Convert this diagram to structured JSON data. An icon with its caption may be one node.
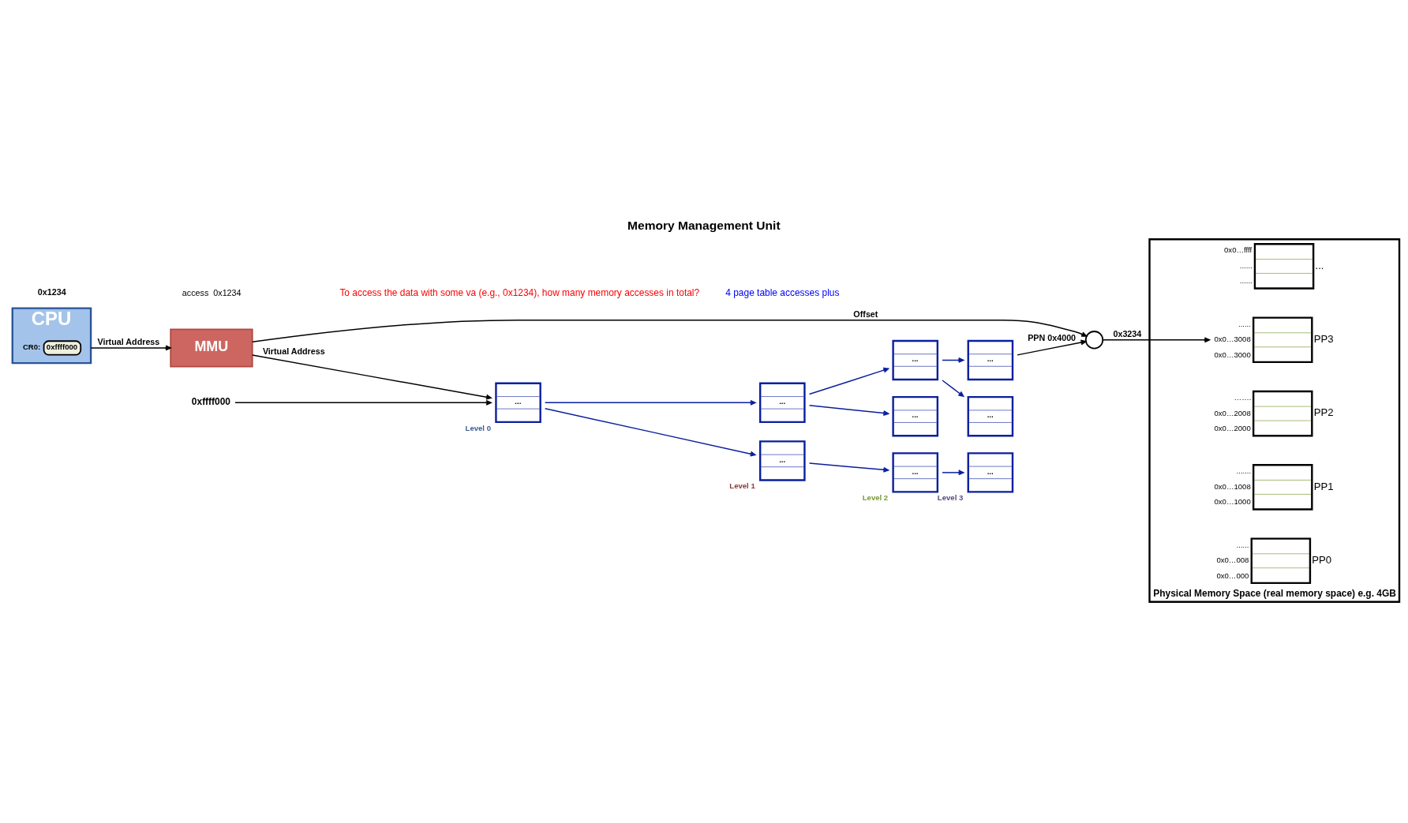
{
  "diagram": {
    "title": "Memory Management Unit",
    "nodes": [
      {
        "text": [
          "CPU"
        ]
      },
      {
        "text": [
          "0xffff000"
        ],
        "in": 0,
        "beside": [
          "CR0:"
        ]
      },
      {
        "text": [
          "MMU"
        ]
      },
      {
        "text": [],
        "shape": "circle"
      },
      {
        "text": [
          "0xffff000"
        ]
      },
      {
        "text": [
          "..."
        ],
        "beside": [
          "Level 0"
        ]
      },
      {
        "text": [
          "..."
        ]
      },
      {
        "text": [
          "..."
        ]
      },
      {
        "text": [
          "..."
        ]
      },
      {
        "text": [
          "..."
        ]
      },
      {
        "text": [
          "..."
        ]
      },
      {
        "text": [
          "..."
        ],
        "beside": [
          "Level 1"
        ]
      },
      {
        "text": [
          "..."
        ],
        "beside": [
          "Level 2"
        ]
      },
      {
        "text": [
          "..."
        ],
        "beside": [
          "Level 3"
        ]
      },
      {
        "text": [
          "Physical Memory Space (real memory space) e.g. 4GB"
        ]
      },
      {
        "text": [],
        "shape": "box",
        "in": 14,
        "beside": [
          "0x0…ffff",
          "......",
          "......",
          "..."
        ]
      },
      {
        "text": [],
        "shape": "box",
        "in": 14,
        "beside": [
          "......",
          "0x0…3008",
          "0x0…3000",
          "PP3"
        ]
      },
      {
        "text": [],
        "shape": "box",
        "in": 14,
        "beside": [
          "…….",
          "0x0…2008",
          "0x0…2000",
          "PP2"
        ]
      },
      {
        "text": [],
        "shape": "box",
        "in": 14,
        "beside": [
          ".......",
          "0x0…1008",
          "0x0…1000",
          "PP1"
        ]
      },
      {
        "text": [],
        "shape": "box",
        "in": 14,
        "beside": [
          "......",
          "0x0…008",
          "0x0…000",
          "PP0"
        ]
      }
    ],
    "edges": [
      {
        "from": 0,
        "to": 2,
        "arrow": "to",
        "label": "Virtual Address",
        "color": "#000000"
      },
      {
        "from": 2,
        "to": 3,
        "arrow": "to",
        "label": "Offset",
        "color": "#000000"
      },
      {
        "from": 2,
        "to": 5,
        "arrow": "to",
        "label": "Virtual Address",
        "color": "#000000"
      },
      {
        "from": 4,
        "to": 5,
        "arrow": "to",
        "color": "#000000"
      },
      {
        "from": 5,
        "to": 6,
        "arrow": "to"
      },
      {
        "from": 5,
        "to": 11,
        "arrow": "to"
      },
      {
        "from": 6,
        "to": 7,
        "arrow": "to"
      },
      {
        "from": 6,
        "to": 9,
        "arrow": "to"
      },
      {
        "from": 7,
        "to": 8,
        "arrow": "to"
      },
      {
        "from": 7,
        "to": 10,
        "arrow": "to"
      },
      {
        "from": 11,
        "to": 12,
        "arrow": "to"
      },
      {
        "from": 12,
        "to": 13,
        "arrow": "to"
      },
      {
        "from": 8,
        "to": 3,
        "arrow": "to",
        "label": "PPN 0x4000",
        "color": "#000000"
      },
      {
        "from": 3,
        "to": 16,
        "arrow": "to",
        "label": "0x3234",
        "color": "#000000"
      }
    ],
    "labels": [
      "0x1234",
      "access  0x1234",
      "To access the data with some va (e.g., 0x1234), how many memory accesses in total?",
      "4 page table accesses plus"
    ]
  }
}
